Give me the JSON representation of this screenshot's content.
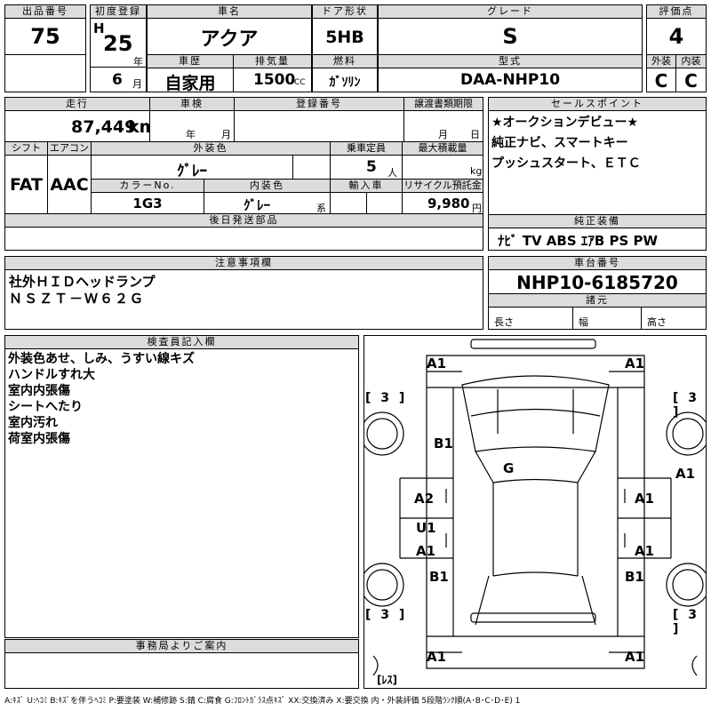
{
  "header": {
    "lot_label": "出品番号",
    "lot": "75",
    "first_reg_label": "初度登録",
    "era": "H",
    "year": "25",
    "year_unit": "年",
    "month": "6",
    "month_unit": "月",
    "car_name_label": "車名",
    "car_name": "アクア",
    "door_label": "ドア形状",
    "door": "5HB",
    "grade_label": "グレード",
    "grade": "S",
    "score_label": "評価点",
    "score": "4",
    "history_label": "車歴",
    "history": "自家用",
    "displacement_label": "排気量",
    "displacement": "1500",
    "displacement_unit": "CC",
    "fuel_label": "燃料",
    "fuel": "ｶﾞｿﾘﾝ",
    "model_label": "型式",
    "model": "DAA-NHP10",
    "exterior_label": "外装",
    "exterior": "C",
    "interior_label": "内装",
    "interior": "C"
  },
  "row2": {
    "mileage_label": "走行",
    "mileage": "87,449",
    "mileage_unit": "km",
    "inspection_label": "車検",
    "inspection_year_unit": "年",
    "inspection_month_unit": "月",
    "reg_no_label": "登録番号",
    "transfer_label": "譲渡書類期限",
    "transfer_month_unit": "月",
    "transfer_day_unit": "日",
    "shift_label": "シフト",
    "shift": "FAT",
    "ac_label": "エアコン",
    "ac": "AAC",
    "color_label": "外装色",
    "color": "ｸﾞﾚｰ",
    "capacity_label": "乗車定員",
    "capacity": "5",
    "capacity_unit": "人",
    "load_label": "最大積載量",
    "load_unit": "kg",
    "color_no_label": "カラーNo.",
    "color_no": "1G3",
    "interior_color_label": "内装色",
    "interior_color": "ｸﾞﾚｰ",
    "interior_color_unit": "系",
    "import_label": "輸入車",
    "recycle_label": "リサイクル預託金",
    "recycle": "9,980",
    "recycle_unit": "円",
    "later_parts_label": "後日発送部品"
  },
  "sales_points": {
    "label": "セールスポイント",
    "lines": [
      "★オークションデビュー★",
      "純正ナビ、スマートキー",
      "プッシュスタート、ＥＴＣ"
    ]
  },
  "equipment": {
    "label": "純正装備",
    "value": "ﾅﾋﾞ TV ABS ｴｱB PS PW"
  },
  "caution": {
    "label": "注意事項欄",
    "lines": [
      "社外ＨＩＤヘッドランプ",
      "ＮＳＺＴ－Ｗ６２Ｇ"
    ]
  },
  "chassis": {
    "label": "車台番号",
    "value": "NHP10-6185720"
  },
  "specs": {
    "label": "諸元",
    "length_label": "長さ",
    "width_label": "幅",
    "height_label": "高さ"
  },
  "inspector": {
    "label": "検査員記入欄",
    "lines": [
      "外装色あせ、しみ、うすい線キズ",
      "ハンドルすれ大",
      "室内内張傷",
      "シートへたり",
      "室内汚れ",
      "荷室内張傷"
    ]
  },
  "office": {
    "label": "事務局よりご案内"
  },
  "diagram": {
    "marks": [
      "A1",
      "A1",
      "B1",
      "G",
      "A1",
      "A2",
      "A1",
      "U1",
      "A1",
      "A1",
      "B1",
      "B1",
      "A1",
      "A1"
    ],
    "tire_marks": [
      "[ 3 ]",
      "[ 3 ]",
      "[ 3 ]",
      "[ 3 ]"
    ],
    "spare": "[ﾚｽ]"
  },
  "legend": "A:ｷｽﾞ U:ﾍｺﾐ B:ｷｽﾞを伴うﾍｺﾐ P:要塗装 W:補修跡 S:錆 C:腐食 G:ﾌﾛﾝﾄｶﾞﾗｽ点ｷｽﾞ XX:交換済み X:要交換 内・外装評価 5段階ﾗﾝｸ順(A･B･C･D･E) 1"
}
